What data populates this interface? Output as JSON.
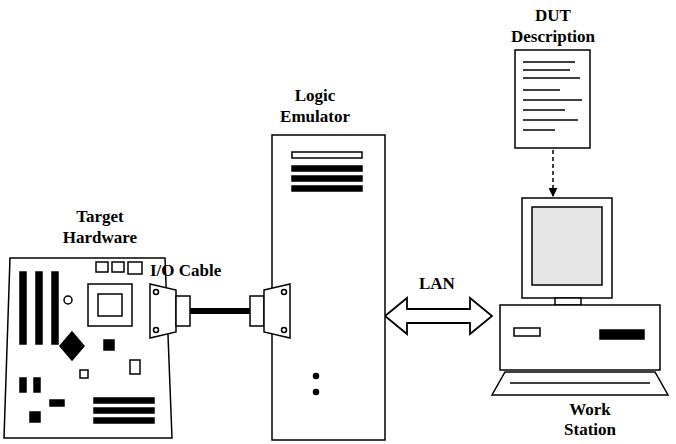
{
  "diagram": {
    "nodes": [
      {
        "text": [
          "Target Hardware"
        ]
      },
      {
        "text": [
          "Logic Emulator"
        ]
      },
      {
        "text": [
          "DUT Description"
        ]
      },
      {
        "text": [
          "Work Station"
        ]
      }
    ],
    "edges": [
      {
        "from": 0,
        "to": 1,
        "arrow": "none",
        "label": "I/O Cable"
      },
      {
        "from": 1,
        "to": 3,
        "arrow": "both",
        "label": "LAN"
      },
      {
        "from": 2,
        "to": 3,
        "arrow": "to"
      }
    ]
  }
}
